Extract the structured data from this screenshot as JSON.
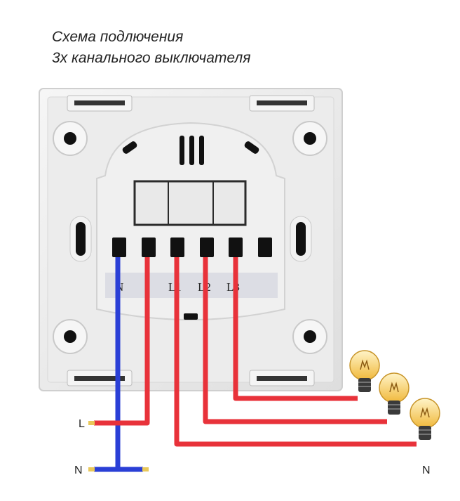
{
  "title": {
    "line1": "Схема подлючения",
    "line2": "3х канального выключателя"
  },
  "terminal_labels": {
    "n": "N",
    "l1": "L1",
    "l2": "L2",
    "l3": "L3"
  },
  "wire_labels": {
    "line_in": "L",
    "neutral_in": "N",
    "neutral_out": "N"
  },
  "colors": {
    "phase_wire": "#e8323a",
    "neutral_wire": "#2a3fd6",
    "housing": "#ececec",
    "bulb_glass": "#f5c84a"
  }
}
